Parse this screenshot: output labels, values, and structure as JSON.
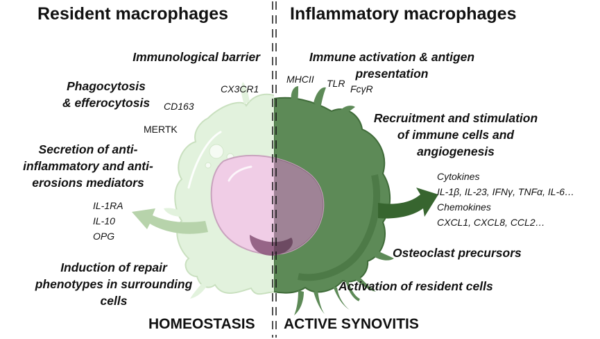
{
  "titles": {
    "left": "Resident macrophages",
    "right": "Inflammatory macrophages"
  },
  "left_functions": {
    "barrier": "Immunological barrier",
    "phagocytosis": [
      "Phagocytosis",
      "& efferocytosis"
    ],
    "secretion": [
      "Secretion of anti-",
      "inflammatory and anti-",
      "erosions mediators"
    ],
    "repair": [
      "Induction of repair",
      "phenotypes in surrounding",
      "cells"
    ]
  },
  "left_markers": {
    "cx3cr1": "CX3CR1",
    "cd163": "CD163",
    "mertk": "MERTK"
  },
  "left_mediators": [
    "IL-1RA",
    "IL-10",
    "OPG"
  ],
  "right_functions": {
    "activation": [
      "Immune activation & antigen",
      "presentation"
    ],
    "recruitment": [
      "Recruitment and stimulation",
      "of immune cells and",
      "angiogenesis"
    ],
    "osteoclast": "Osteoclast precursors",
    "resident": "Activation of resident cells"
  },
  "right_markers": {
    "mhcii": "MHCII",
    "tlr": "TLR",
    "fcgr": "FcγR"
  },
  "right_mediators": [
    "Cytokines",
    "IL-1β, IL-23, IFNγ, TNFα, IL-6…",
    "Chemokines",
    "CXCL1, CXCL8, CCL2…"
  ],
  "footer": {
    "left": "HOMEOSTASIS",
    "right": "ACTIVE SYNOVITIS"
  },
  "colors": {
    "resident_cell": "#e2f2dd",
    "resident_outline": "#c2dcb8",
    "inflammatory_cell": "#5d8a57",
    "inflammatory_dark": "#2f5a2a",
    "nucleus_pink": "#f0cde6",
    "nucleus_dark": "#7a4a6d",
    "arrow_light": "#b7d3ab",
    "arrow_dark": "#37652f"
  }
}
